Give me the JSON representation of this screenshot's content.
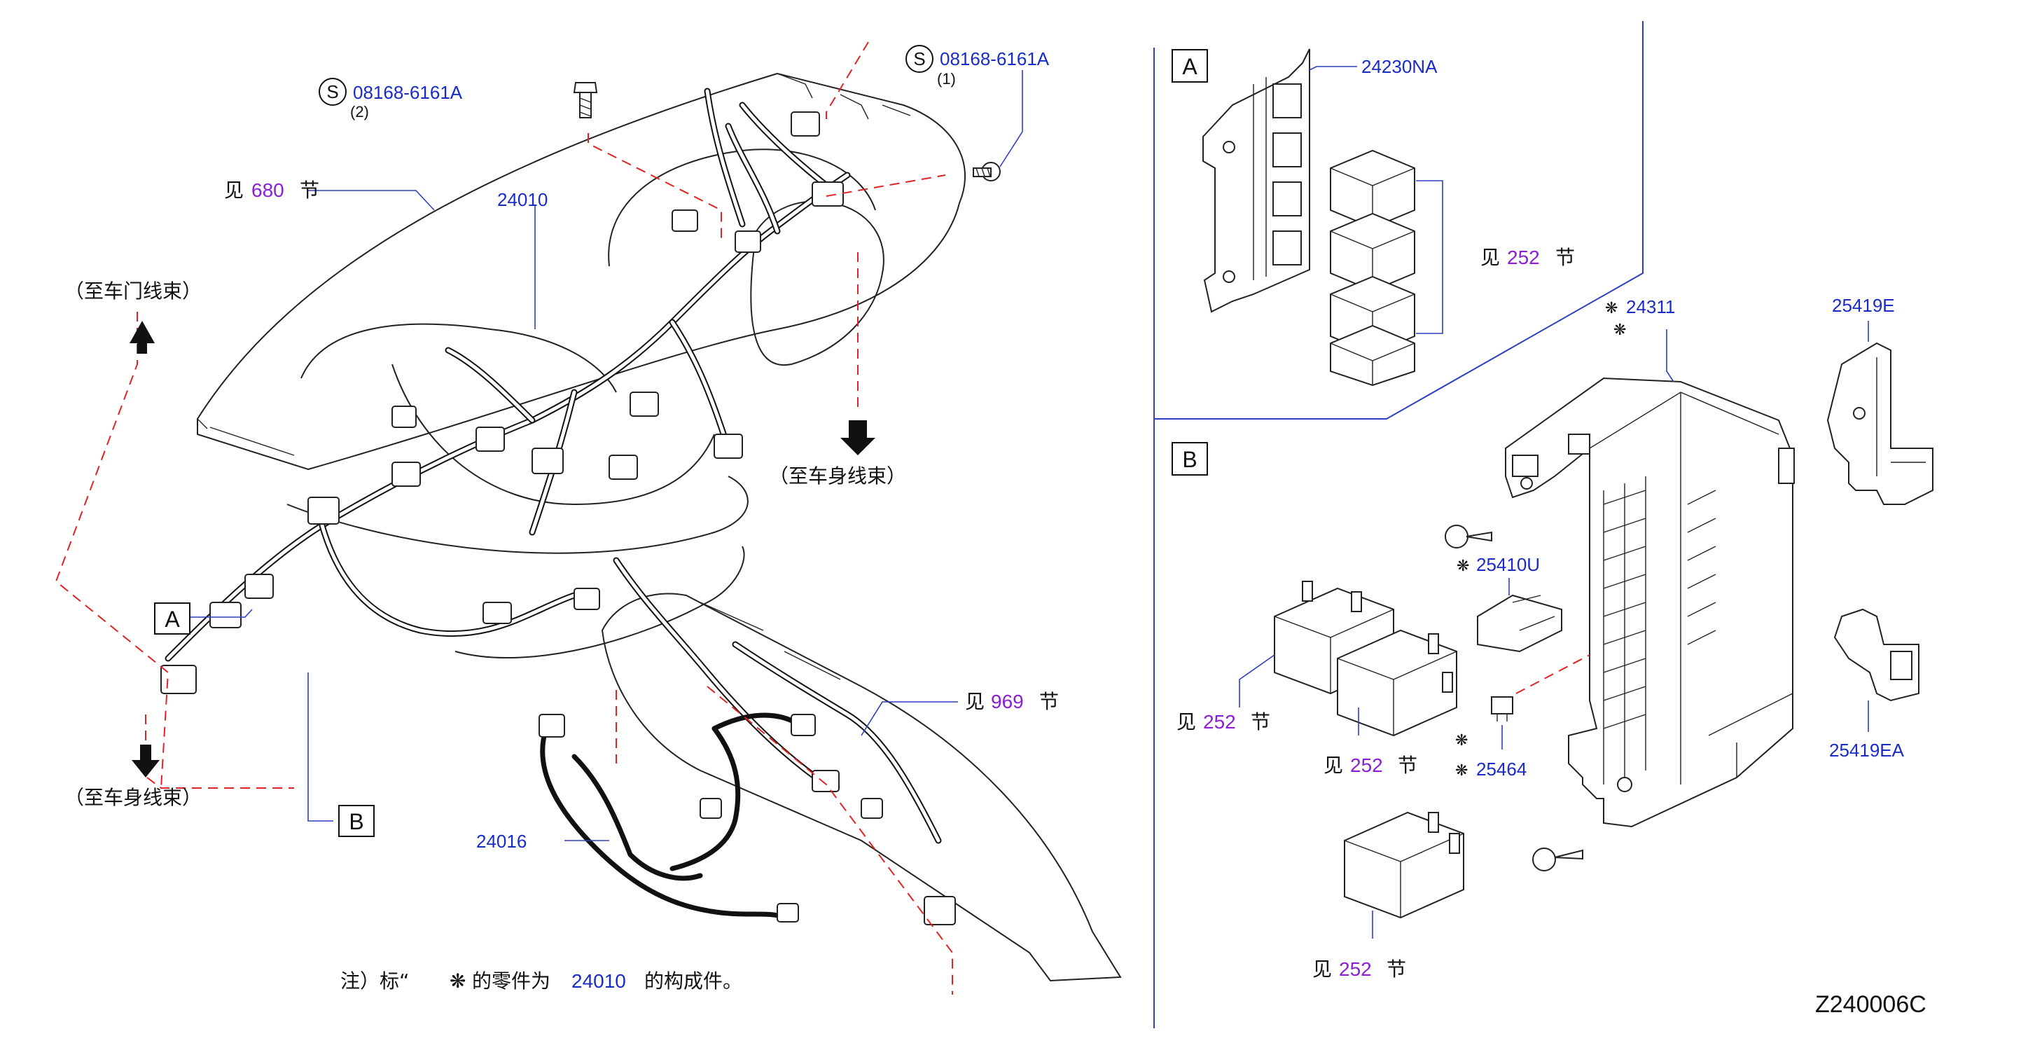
{
  "diagram_code": "Z240006C",
  "labels": {
    "bolt_left": {
      "mark": "S",
      "part": "08168-6161A",
      "qty": "(2)"
    },
    "bolt_right": {
      "mark": "S",
      "part": "08168-6161A",
      "qty": "(1)"
    },
    "see_680": {
      "pre": "见",
      "num": "680",
      "post": "节"
    },
    "part_24010": "24010",
    "to_door": "（至车门线束）",
    "to_body_mid": "（至车身线束）",
    "to_body_left": "（至车身线束）",
    "callout_a": "A",
    "callout_b": "B",
    "see_969": {
      "pre": "见",
      "num": "969",
      "post": "节"
    },
    "part_24016": "24016",
    "note": {
      "pre": "注）标“",
      "mark": "❋",
      "mid": "的零件为",
      "num": "24010",
      "post": "的构成件。"
    }
  },
  "panel_a": {
    "title": "A",
    "part": "24230NA",
    "see_252": {
      "pre": "见",
      "num": "252",
      "post": "节"
    }
  },
  "panel_b": {
    "title": "B",
    "p24311": "24311",
    "p25419E": "25419E",
    "p25419EA": "25419EA",
    "p25410U": "25410U",
    "p25464": "25464",
    "see_252_a": {
      "pre": "见",
      "num": "252",
      "post": "节"
    },
    "see_252_b": {
      "pre": "见",
      "num": "252",
      "post": "节"
    },
    "see_252_c": {
      "pre": "见",
      "num": "252",
      "post": "节"
    },
    "asterisk": "❋"
  }
}
